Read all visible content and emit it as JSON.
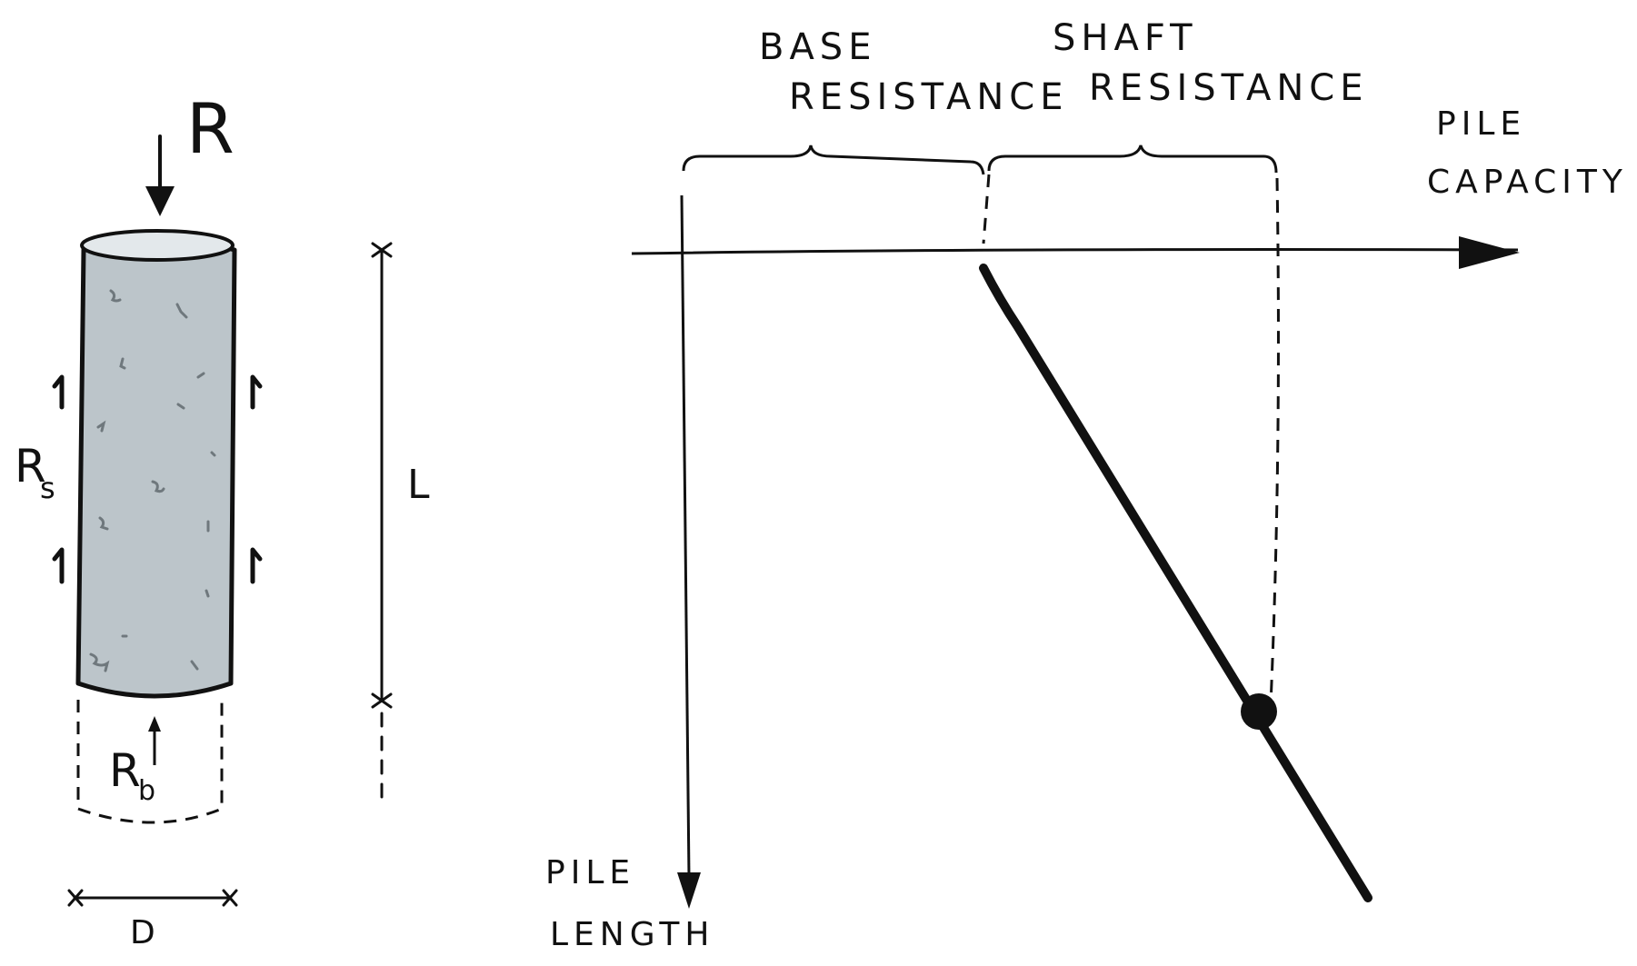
{
  "pile": {
    "load_label": "R",
    "shaft_label_main": "R",
    "shaft_label_sub": "s",
    "base_label_main": "R",
    "base_label_sub": "b",
    "length_label": "L",
    "diameter_label": "D"
  },
  "graph": {
    "x_axis_label_line1": "PILE",
    "x_axis_label_line2": "CAPACITY",
    "y_axis_label_line1": "PILE",
    "y_axis_label_line2": "LENGTH",
    "base_brace_line1": "BASE",
    "base_brace_line2": "RESISTANCE",
    "shaft_brace_line1": "SHAFT",
    "shaft_brace_line2": "RESISTANCE"
  },
  "colors": {
    "ink": "#111111",
    "pile_fill": "#bcc5ca",
    "pile_top": "#e3e8eb",
    "speckle": "#6f787d"
  }
}
